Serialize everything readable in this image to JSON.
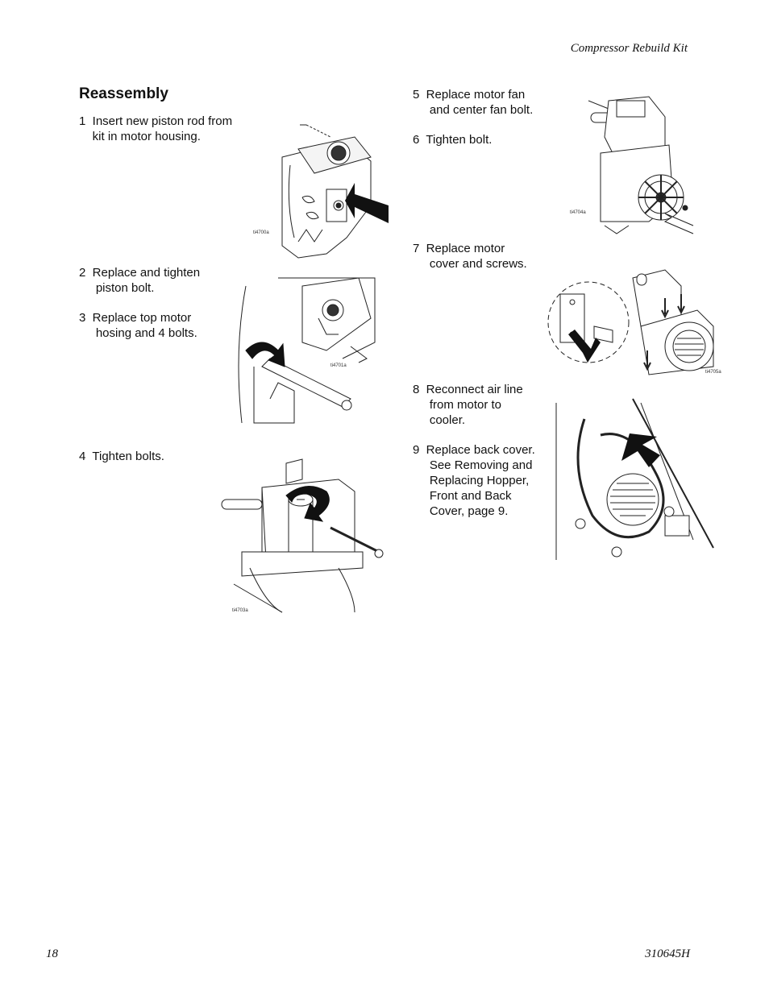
{
  "header": {
    "running_title": "Compressor Rebuild Kit"
  },
  "section": {
    "title": "Reassembly"
  },
  "steps": {
    "s1": "1  Insert new piston rod from\n    kit in motor housing.",
    "s2": "2  Replace and tighten\n     piston bolt.",
    "s3": "3  Replace top motor\n     hosing and 4 bolts.",
    "s4": "4  Tighten bolts.",
    "s5": "5  Replace motor fan\n     and center fan bolt.",
    "s6": "6  Tighten bolt.",
    "s7": "7  Replace motor\n     cover and screws.",
    "s8": "8  Reconnect air line\n     from motor to\n     cooler.",
    "s9": "9  Replace back cover.\n     See Removing and\n     Replacing Hopper,\n     Front and Back\n     Cover, page 9."
  },
  "figures": {
    "f1": "ti4700a",
    "f2": "ti4701a",
    "f3": "ti4703a",
    "f4": "ti4704a",
    "f5": "ti4705a"
  },
  "footer": {
    "page_number": "18",
    "document_number": "310645H"
  }
}
